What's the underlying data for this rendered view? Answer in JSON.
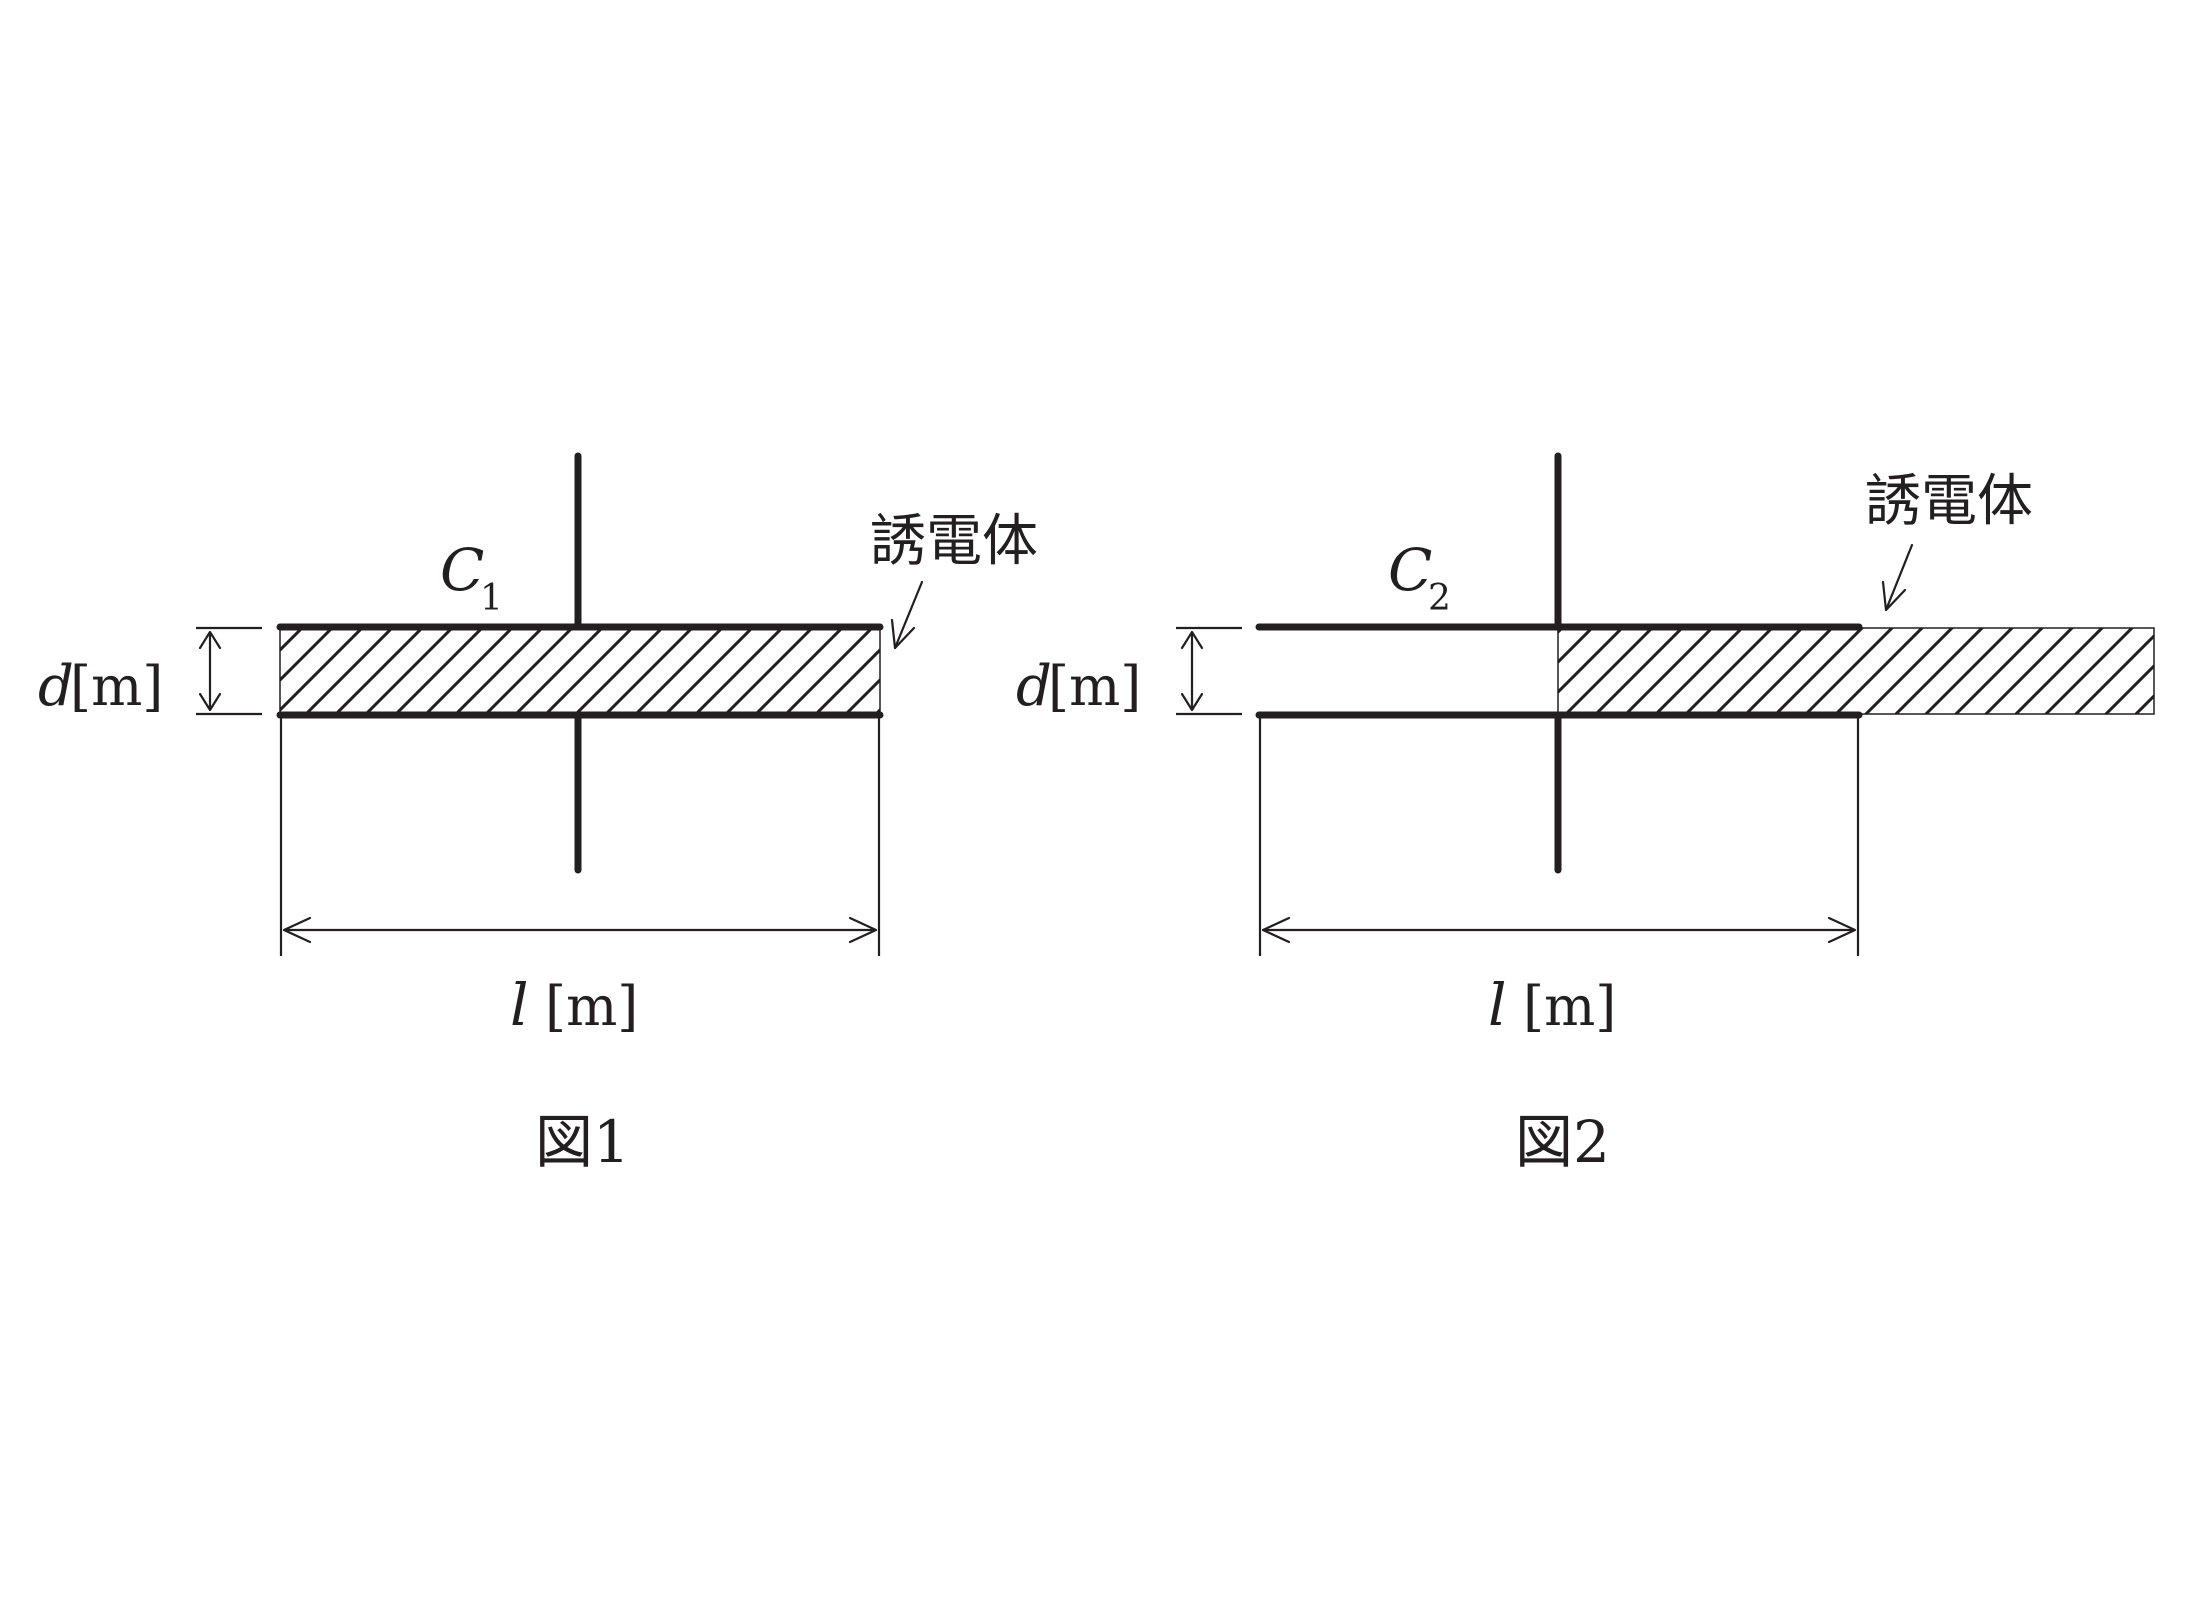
{
  "figure1": {
    "capacitor_symbol": "C",
    "capacitor_subscript": "1",
    "dielectric_label": "誘電体",
    "gap_var": "d",
    "gap_unit": "[m]",
    "length_var": "l",
    "length_unit": "[m]",
    "caption": "図1"
  },
  "figure2": {
    "capacitor_symbol": "C",
    "capacitor_subscript": "2",
    "dielectric_label": "誘電体",
    "gap_var": "d",
    "gap_unit": "[m]",
    "length_var": "l",
    "length_unit": "[m]",
    "caption": "図2"
  }
}
